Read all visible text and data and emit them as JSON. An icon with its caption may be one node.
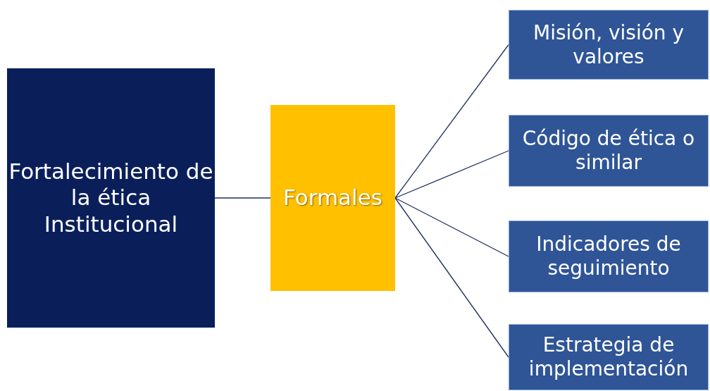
{
  "diagram": {
    "nodes": [
      {
        "text": [
          "Fortalecimiento de la ética Institucional"
        ]
      },
      {
        "text": [
          "Formales"
        ]
      },
      {
        "text": [
          "Misión, visión y valores"
        ]
      },
      {
        "text": [
          "Código de ética o similar"
        ]
      },
      {
        "text": [
          "Indicadores de seguimiento"
        ]
      },
      {
        "text": [
          "Estrategia de implementación"
        ]
      }
    ],
    "edges": [
      {
        "from": 0,
        "to": 1,
        "arrow": "none"
      },
      {
        "from": 1,
        "to": 2,
        "arrow": "none"
      },
      {
        "from": 1,
        "to": 3,
        "arrow": "none"
      },
      {
        "from": 1,
        "to": 4,
        "arrow": "none"
      },
      {
        "from": 1,
        "to": 5,
        "arrow": "none"
      }
    ]
  }
}
